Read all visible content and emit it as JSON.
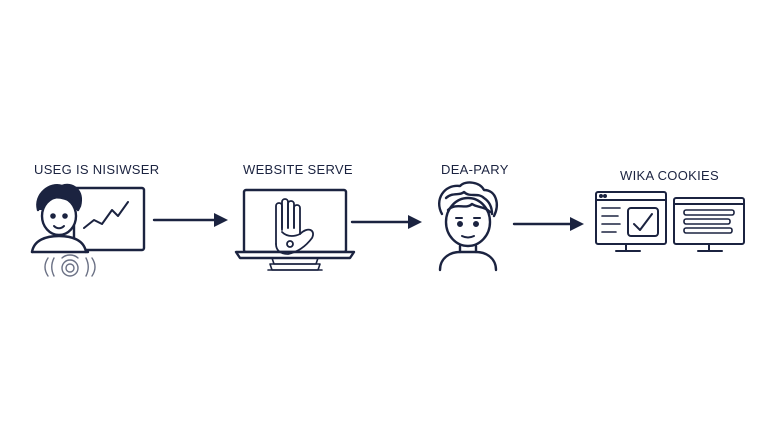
{
  "diagram": {
    "stroke_color": "#1b2340",
    "nodes": [
      {
        "label": "Useg is nisiwser",
        "icon": "user-laptop-icon"
      },
      {
        "label": "Website serve",
        "icon": "server-laptop-icon"
      },
      {
        "label": "Dea-pary",
        "icon": "person-icon"
      },
      {
        "label": "Wika cookies",
        "icon": "monitors-icon"
      }
    ],
    "connectors": [
      {
        "from": 0,
        "to": 1
      },
      {
        "from": 1,
        "to": 2
      },
      {
        "from": 2,
        "to": 3
      }
    ]
  }
}
